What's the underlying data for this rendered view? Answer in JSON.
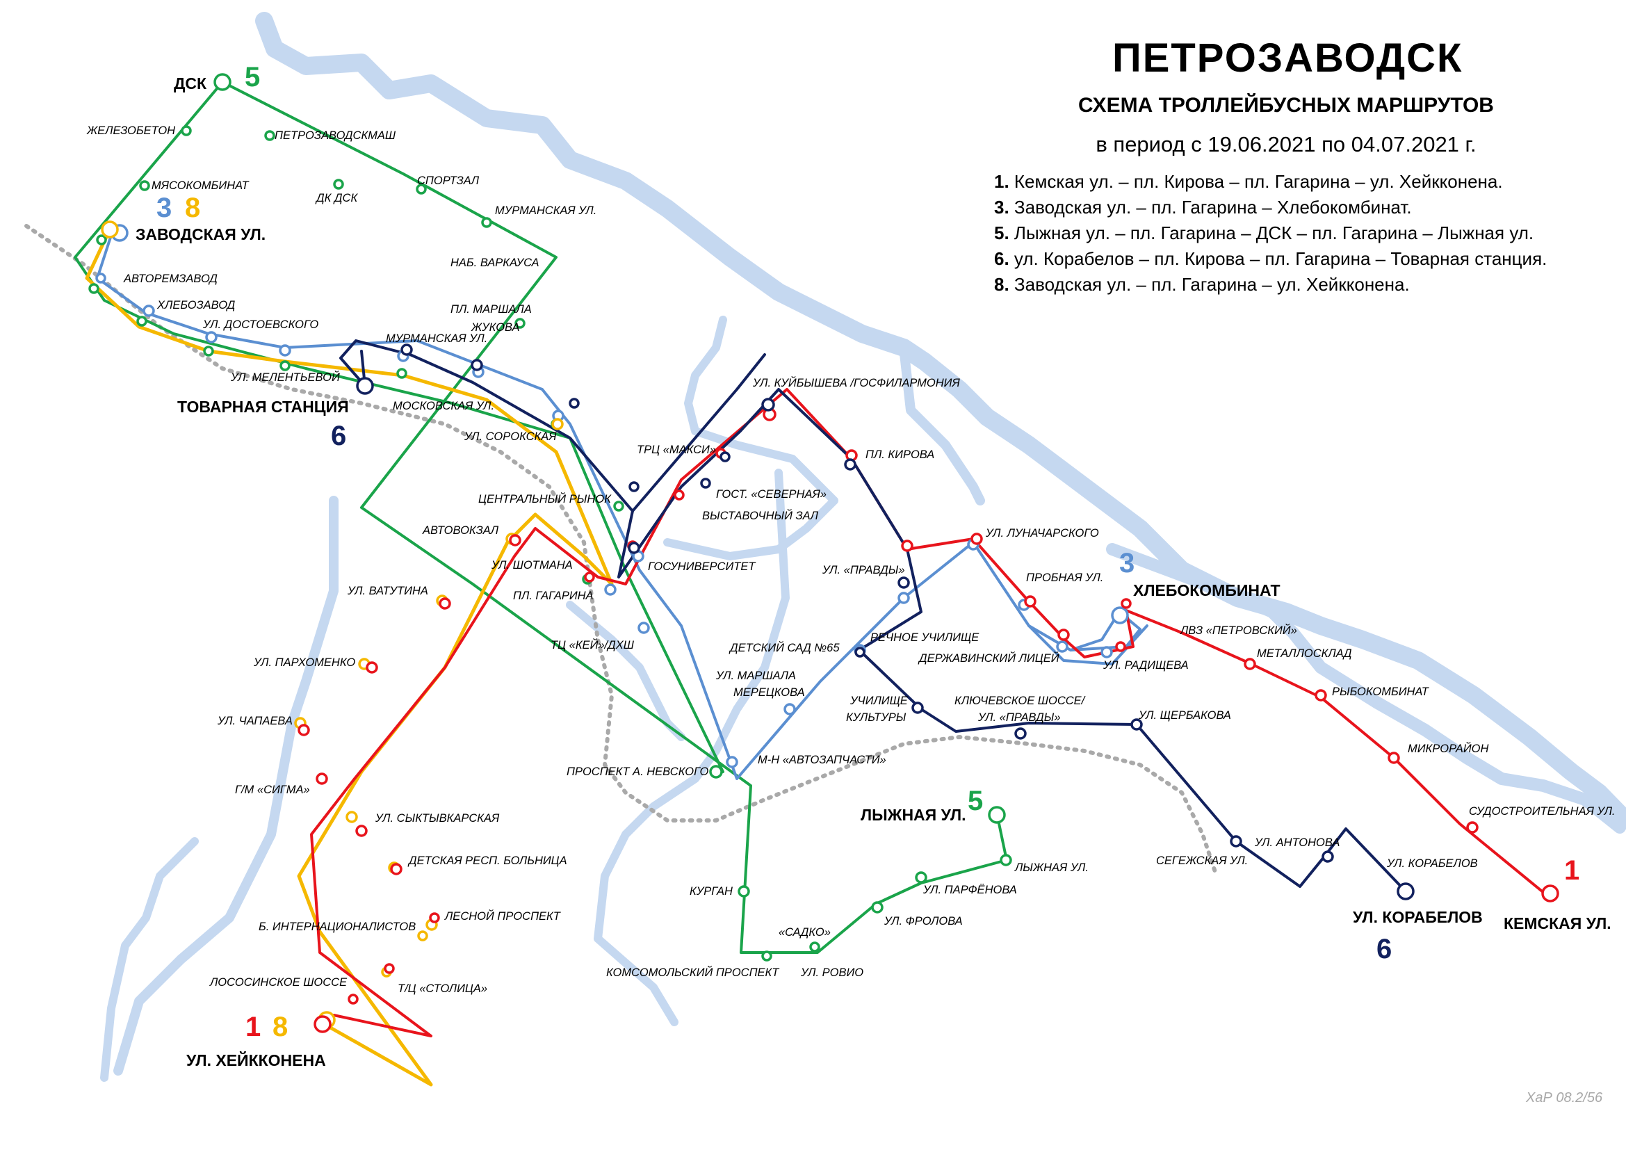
{
  "header": {
    "title": "ПЕТРОЗАВОДСК",
    "subtitle": "СХЕМА ТРОЛЛЕЙБУСНЫХ МАРШРУТОВ",
    "period": "в период с 19.06.2021 по 04.07.2021 г."
  },
  "legend": [
    {
      "num": "1.",
      "text": " Кемская ул. – пл. Кирова – пл. Гагарина – ул. Хейкконена."
    },
    {
      "num": "3.",
      "text": " Заводская ул. – пл. Гагарина – Хлебокомбинат."
    },
    {
      "num": "5.",
      "text": " Лыжная ул. – пл. Гагарина – ДСК – пл. Гагарина – Лыжная ул."
    },
    {
      "num": "6.",
      "text": " ул. Корабелов – пл. Кирова – пл. Гагарина – Товарная станция."
    },
    {
      "num": "8.",
      "text": " Заводская ул. – пл. Гагарина – ул. Хейкконена."
    }
  ],
  "colors": {
    "route_1": "#e8141c",
    "route_3": "#5b8fd1",
    "route_5": "#1aa44a",
    "route_6": "#12215e",
    "route_8": "#f5b800",
    "water": "#c5d8f0",
    "railway": "#a9a9a9"
  },
  "terminals": {
    "dsk": "ДСК",
    "zavodskaya": "ЗАВОДСКАЯ УЛ.",
    "tovarnaya": "ТОВАРНАЯ СТАНЦИЯ",
    "khlebokombinat": "ХЛЕБОКОМБИНАТ",
    "lyzhnaya": "ЛЫЖНАЯ УЛ.",
    "korabelov": "УЛ. КОРАБЕЛОВ",
    "kemskaya": "КЕМСКАЯ УЛ.",
    "heikkonena": "УЛ. ХЕЙККОНЕНА"
  },
  "route_numbers": {
    "r1": "1",
    "r3": "3",
    "r5": "5",
    "r6": "6",
    "r8": "8"
  },
  "stops": {
    "zhelezobeton": "ЖЕЛЕЗОБЕТОН",
    "petrozavodskmash": "ПЕТРОЗАВОДСКМАШ",
    "myasokombinat": "МЯСОКОМБИНАТ",
    "dk_dsk": "ДК ДСК",
    "sportzal": "СПОРТЗАЛ",
    "murmanskaya_1": "МУРМАНСКАЯ УЛ.",
    "nab_varkausa": "НАБ. ВАРКАУСА",
    "avtoremzavod": "АВТОРЕМЗАВОД",
    "khlebozavod": "ХЛЕБОЗАВОД",
    "pl_marshala": "ПЛ. МАРШАЛА",
    "zhukova": "ЖУКОВА",
    "dostoevskogo": "УЛ. ДОСТОЕВСКОГО",
    "murmanskaya_2": "МУРМАНСКАЯ УЛ.",
    "meleteva": "УЛ. МЕЛЕНТЬЕВОЙ",
    "moskovskaya": "МОСКОВСКАЯ УЛ.",
    "kuibysheva": "УЛ. КУЙБЫШЕВА /ГОСФИЛАРМОНИЯ",
    "soroksaya": "УЛ. СОРОКСКАЯ",
    "trc_maksi": "ТРЦ «МАКСИ»",
    "pl_kirova": "ПЛ. КИРОВА",
    "gost_severnaya": "ГОСТ. «СЕВЕРНАЯ»",
    "central_market": "ЦЕНТРАЛЬНЫЙ РЫНОК",
    "vystavochny": "ВЫСТАВОЧНЫЙ ЗАЛ",
    "avtovokzal": "АВТОВОКЗАЛ",
    "lunacharskogo": "УЛ. ЛУНАЧАРСКОГО",
    "shotmana": "УЛ. ШОТМАНА",
    "gosuniversitet": "ГОСУНИВЕРСИТЕТ",
    "pravdy": "УЛ. «ПРАВДЫ»",
    "probnaya": "ПРОБНАЯ УЛ.",
    "vatutina": "УЛ. ВАТУТИНА",
    "pl_gagarina": "ПЛ. ГАГАРИНА",
    "rechnoe": "РЕЧНОЕ УЧИЛИЩЕ",
    "lvz": "ЛВЗ «ПЕТРОВСКИЙ»",
    "tc_kei": "ТЦ «КЕЙ»/ДХШ",
    "detsad": "ДЕТСКИЙ САД №65",
    "derzhavinsky": "ДЕРЖАВИНСКИЙ ЛИЦЕЙ",
    "metalloskład": "МЕТАЛЛОСКЛАД",
    "radishcheva": "УЛ. РАДИЩЕВА",
    "parkhomenko": "УЛ. ПАРХОМЕНКО",
    "meretskova_1": "УЛ. МАРШАЛА",
    "meretskova_2": "МЕРЕЦКОВА",
    "rybokombinat": "РЫБОКОМБИНАТ",
    "uchilishche_1": "УЧИЛИЩЕ",
    "uchilishche_2": "КУЛЬТУРЫ",
    "klyuchevskoe_1": "КЛЮЧЕВСКОЕ ШОССЕ/",
    "klyuchevskoe_2": "УЛ. «ПРАВДЫ»",
    "chapaeva": "УЛ. ЧАПАЕВА",
    "shcherbakova": "УЛ. ЩЕРБАКОВА",
    "mikroraion": "МИКРОРАЙОН",
    "nevskogo": "ПРОСПЕКТ А. НЕВСКОГО",
    "avtozapchasti": "М-Н «АВТОЗАПЧАСТИ»",
    "sigma": "Г/М «СИГМА»",
    "sudostroitelnaya": "СУДОСТРОИТЕЛЬНАЯ УЛ.",
    "syktyvkarskaya": "УЛ. СЫКТЫВКАРСКАЯ",
    "antonova": "УЛ. АНТОНОВА",
    "detskaya_bolnitsa": "ДЕТСКАЯ РЕСП. БОЛЬНИЦА",
    "lyzhnaya_stop": "ЛЫЖНАЯ УЛ.",
    "segezhskaya": "СЕГЕЖСКАЯ УЛ.",
    "korabelov_stop": "УЛ. КОРАБЕЛОВ",
    "parfenova": "УЛ. ПАРФЁНОВА",
    "kurgan": "КУРГАН",
    "lesnoy": "ЛЕСНОЙ ПРОСПЕКТ",
    "internatsionalistov": "Б. ИНТЕРНАЦИОНАЛИСТОВ",
    "frolova": "УЛ. ФРОЛОВА",
    "sadko": "«САДКО»",
    "lososinskoe": "ЛОСОСИНСКОЕ ШОССЕ",
    "stolitsa": "Т/Ц «СТОЛИЦА»",
    "komsomolsky": "КОМСОМОЛЬСКИЙ ПРОСПЕКТ",
    "rovio": "УЛ. РОВИО"
  },
  "credit": "ХаР 08.2/56"
}
